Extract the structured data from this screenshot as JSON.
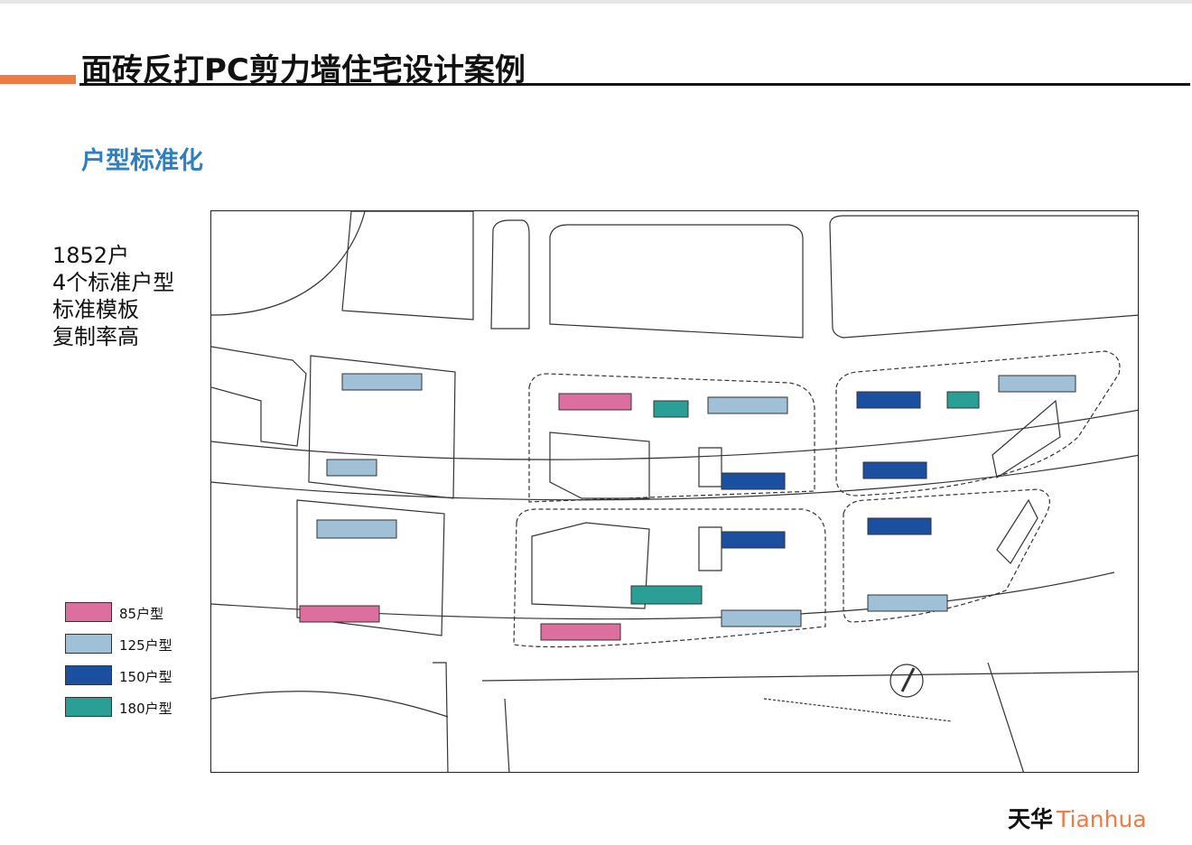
{
  "header": {
    "title": "面砖反打PC剪力墙住宅设计案例",
    "section": "户型标准化"
  },
  "notes": [
    "1852户",
    "4个标准户型",
    "标准模板",
    "复制率高"
  ],
  "legend": [
    {
      "label": "85户型",
      "color": "#dd6f9f"
    },
    {
      "label": "125户型",
      "color": "#9fc0d6"
    },
    {
      "label": "150户型",
      "color": "#1b4fa0"
    },
    {
      "label": "180户型",
      "color": "#2a9f95"
    }
  ],
  "colors": {
    "accent": "#ee7b43",
    "section": "#2f7fc1"
  },
  "logo": {
    "cn": "天华",
    "en": "Tianhua"
  }
}
